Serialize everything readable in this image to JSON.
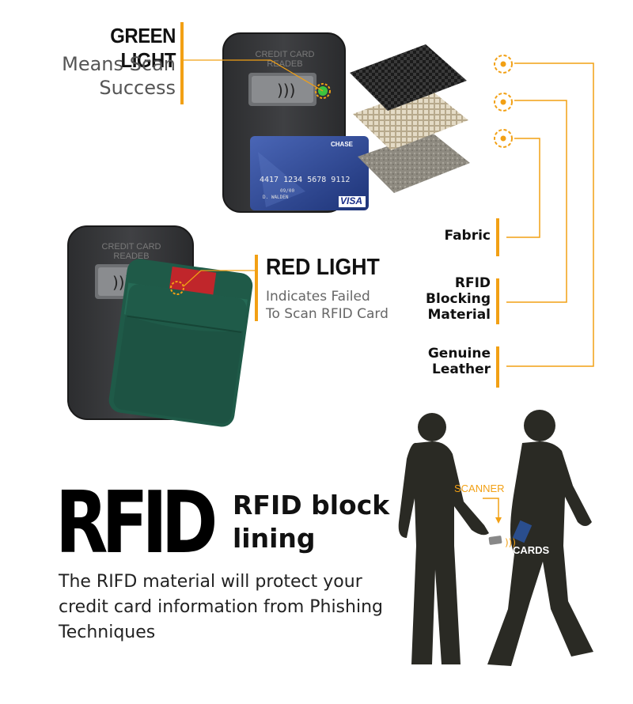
{
  "green_light": {
    "title": "GREEN LIGHT",
    "subtitle_line1": "Means Scan",
    "subtitle_line2": "Success"
  },
  "red_light": {
    "title": "RED LIGHT",
    "subtitle_line1": "Indicates Failed",
    "subtitle_line2": "To Scan RFID Card"
  },
  "reader": {
    "label_line1": "CREDIT CARD",
    "label_line2": "READEB"
  },
  "credit_card": {
    "brand": "CHASE",
    "number": "4417 1234 5678 9112",
    "expiry": "09/00",
    "holder": "D. WALDEN",
    "network": "VISA"
  },
  "layers": [
    {
      "label_lines": [
        "Fabric"
      ]
    },
    {
      "label_lines": [
        "RFID",
        "Blocking",
        "Material"
      ]
    },
    {
      "label_lines": [
        "Genuine",
        "Leather"
      ]
    }
  ],
  "rfid": {
    "big": "RFID",
    "heading_line1": "RFID block",
    "heading_line2": "lining",
    "description": "The RIFD material will protect your credit card information from Phishing Techniques"
  },
  "illustration": {
    "scanner_label": "SCANNER",
    "cards_label": "CARDS"
  },
  "colors": {
    "accent": "#f2a014",
    "reader": "#3a3b3d",
    "wallet": "#1f5a48",
    "silhouette": "#2a2a24"
  }
}
